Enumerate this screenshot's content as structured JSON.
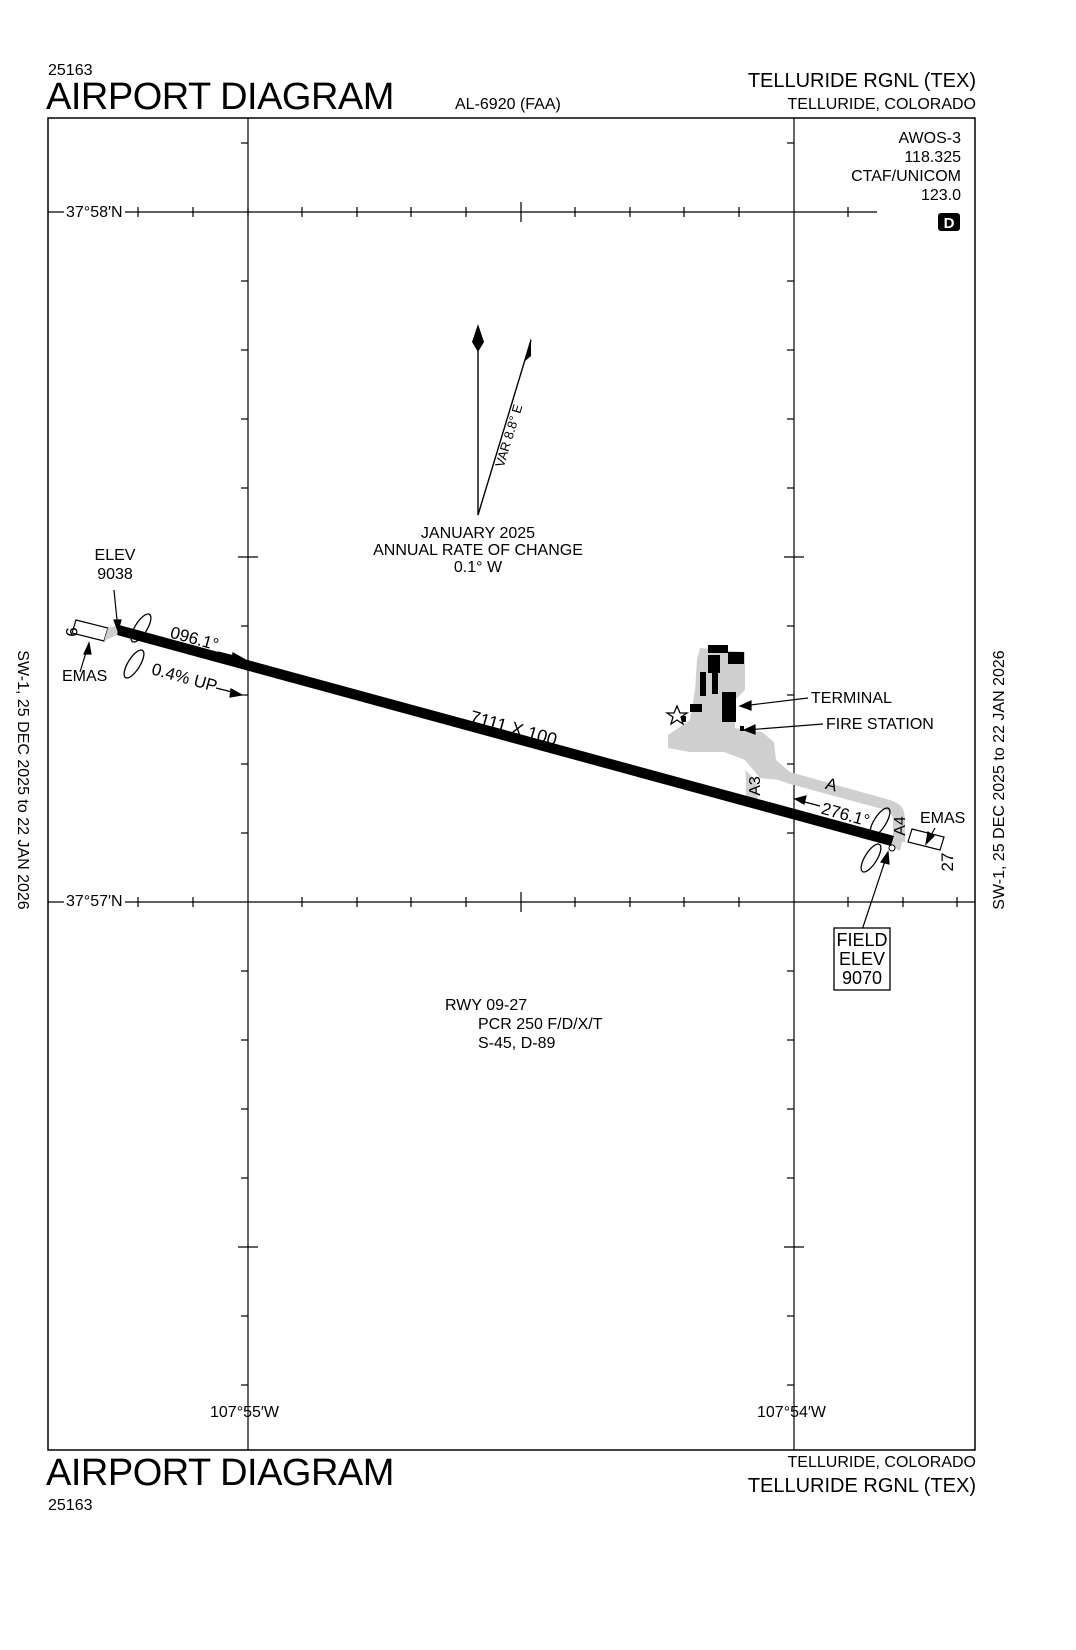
{
  "header": {
    "doc_number": "25163",
    "title": "AIRPORT DIAGRAM",
    "procedure_id": "AL-6920 (FAA)",
    "airport_name": "TELLURIDE RGNL (TEX)",
    "location": "TELLURIDE, COLORADO"
  },
  "footer": {
    "title": "AIRPORT DIAGRAM",
    "doc_number": "25163",
    "location": "TELLURIDE, COLORADO",
    "airport_name": "TELLURIDE RGNL (TEX)"
  },
  "side_margin": {
    "left": "SW-1,  25 DEC 2025  to  22 JAN 2026",
    "right": "SW-1,  25 DEC 2025  to  22 JAN 2026"
  },
  "frequencies": {
    "awos_label": "AWOS-3",
    "awos_freq": "118.325",
    "ctaf_label": "CTAF/UNICOM",
    "ctaf_freq": "123.0",
    "badge": "D"
  },
  "grid": {
    "lat_north": "37°58′N",
    "lat_south": "37°57′N",
    "lon_west": "107°55′W",
    "lon_east": "107°54′W"
  },
  "magnetic": {
    "variation": "VAR 8.8° E",
    "date": "JANUARY 2025",
    "rate_label": "ANNUAL RATE OF CHANGE",
    "rate": "0.1° W"
  },
  "runway": {
    "west_end": "9",
    "east_end": "27",
    "west_heading": "096.1°",
    "east_heading": "276.1°",
    "gradient": "0.4% UP",
    "dimensions": "7111 X 100",
    "west_elev_label": "ELEV",
    "west_elev": "9038",
    "field_elev_label1": "FIELD",
    "field_elev_label2": "ELEV",
    "field_elev": "9070",
    "emas_west": "EMAS",
    "emas_east": "EMAS",
    "info_title": "RWY 09-27",
    "info_pcr": "PCR 250 F/D/X/T",
    "info_load": "S-45, D-89"
  },
  "taxiways": {
    "a": "A",
    "a3": "A3",
    "a4": "A4"
  },
  "facilities": {
    "terminal": "TERMINAL",
    "fire_station": "FIRE STATION"
  }
}
